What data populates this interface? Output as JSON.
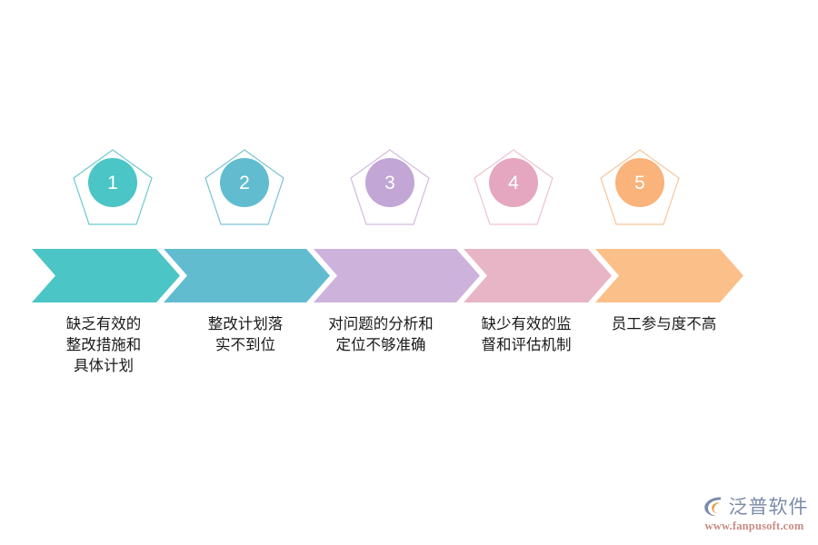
{
  "page": {
    "background_color": "#ffffff",
    "type": "five-step-chevron-process-infographic"
  },
  "steps": [
    {
      "number": "1",
      "caption": "缺乏有效的\n整改措施和\n具体计划",
      "color": "#4BC5C5",
      "outline_color": "#6ECAD0"
    },
    {
      "number": "2",
      "caption": "整改计划落\n实不到位",
      "color": "#62BCD0",
      "outline_color": "#7CC3D4"
    },
    {
      "number": "3",
      "caption": "对问题的分析和\n定位不够准确",
      "color": "#CDB3DB",
      "outline_color": "#D2BBDE"
    },
    {
      "number": "4",
      "caption": "缺少有效的监\n督和评估机制",
      "color": "#E8B5C6",
      "outline_color": "#EDC3D0"
    },
    {
      "number": "5",
      "caption": "员工参与度不高",
      "color": "#FBBF8A",
      "outline_color": "#F8C79B"
    }
  ],
  "watermark": {
    "brand": "泛普软件",
    "url": "www.fanpusoft.com",
    "brand_color": "#7b8ba8",
    "url_color": "#c98a84",
    "mark_color": "#7b8ba8",
    "mark_accent_color": "#e8963c"
  }
}
